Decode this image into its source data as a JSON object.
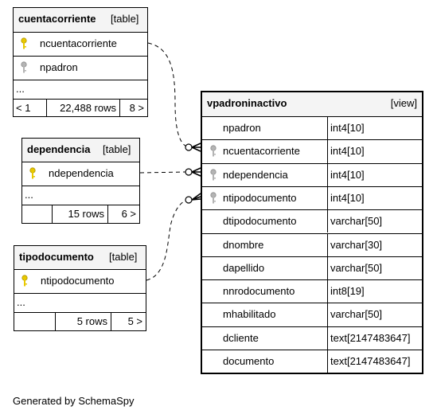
{
  "tables": {
    "cuentacorriente": {
      "name": "cuentacorriente",
      "kind": "[table]",
      "columns": [
        "ncuentacorriente",
        "npadron"
      ],
      "ellipsis": "...",
      "footer": [
        "< 1",
        "22,488 rows",
        "8 >"
      ]
    },
    "dependencia": {
      "name": "dependencia",
      "kind": "[table]",
      "columns": [
        "ndependencia"
      ],
      "ellipsis": "...",
      "footer": [
        "",
        "15 rows",
        "6 >"
      ]
    },
    "tipodocumento": {
      "name": "tipodocumento",
      "kind": "[table]",
      "columns": [
        "ntipodocumento"
      ],
      "ellipsis": "...",
      "footer": [
        "",
        "5 rows",
        "5 >"
      ]
    }
  },
  "view": {
    "name": "vpadroninactivo",
    "kind": "[view]",
    "columns": [
      {
        "name": "npadron",
        "type": "int4[10]"
      },
      {
        "name": "ncuentacorriente",
        "type": "int4[10]"
      },
      {
        "name": "ndependencia",
        "type": "int4[10]"
      },
      {
        "name": "ntipodocumento",
        "type": "int4[10]"
      },
      {
        "name": "dtipodocumento",
        "type": "varchar[50]"
      },
      {
        "name": "dnombre",
        "type": "varchar[30]"
      },
      {
        "name": "dapellido",
        "type": "varchar[50]"
      },
      {
        "name": "nnrodocumento",
        "type": "int8[19]"
      },
      {
        "name": "mhabilitado",
        "type": "varchar[50]"
      },
      {
        "name": "dcliente",
        "type": "text[2147483647]"
      },
      {
        "name": "documento",
        "type": "text[2147483647]"
      }
    ]
  },
  "icons": {
    "primary_key": "gold-key-icon",
    "foreign_key": "gray-key-icon"
  },
  "colors": {
    "primary_key": "#e8c800",
    "foreign_key": "#b4b4b4",
    "header_bg": "#f4f4f4"
  },
  "footer_text": "Generated by SchemaSpy"
}
